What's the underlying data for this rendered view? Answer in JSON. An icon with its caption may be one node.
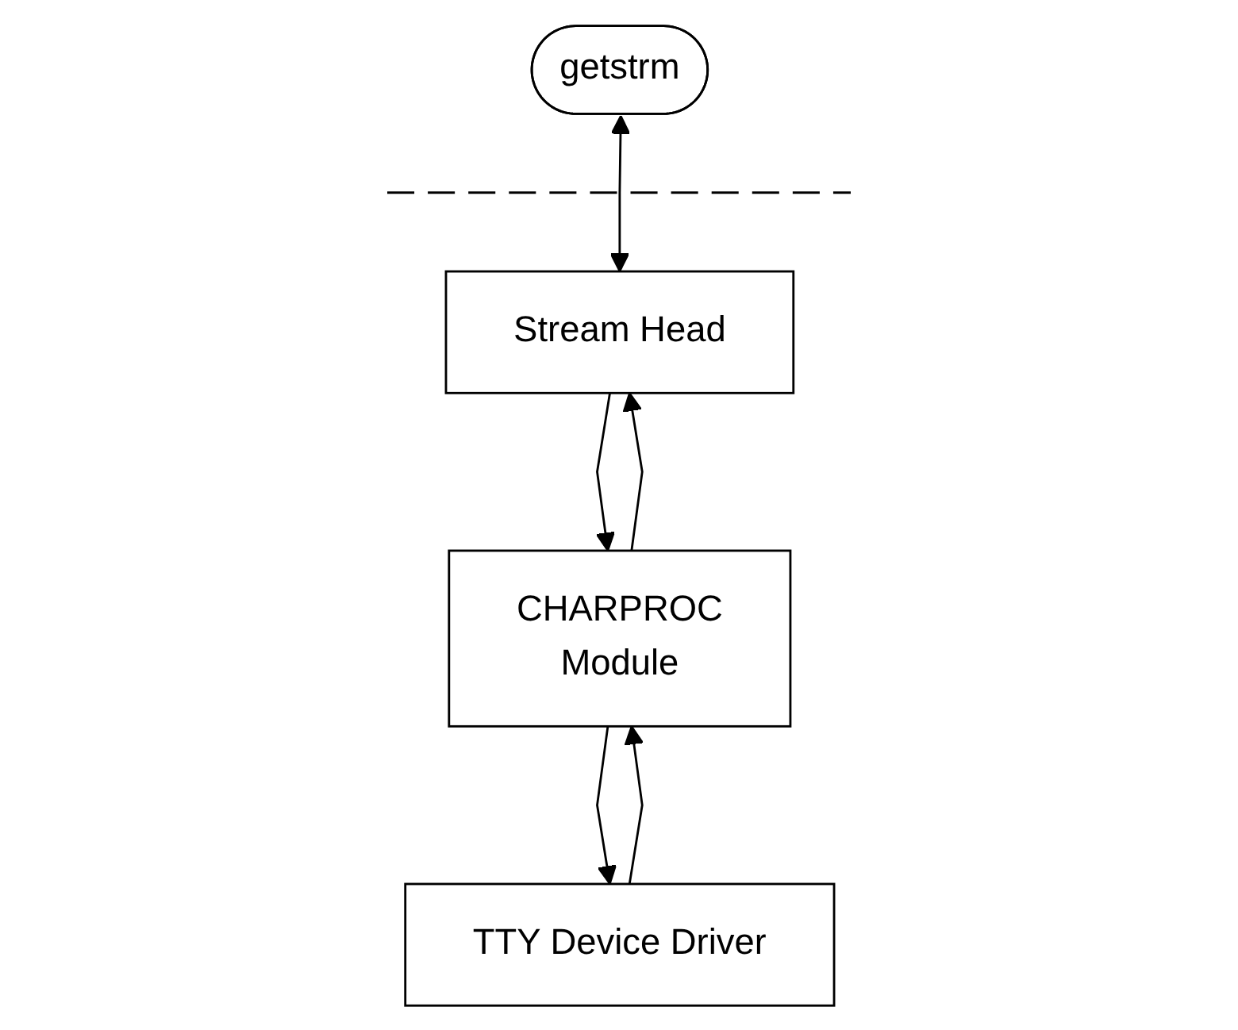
{
  "diagram": {
    "nodes": [
      {
        "text": [
          "getstrm"
        ]
      },
      {
        "text": [
          "Stream Head"
        ]
      },
      {
        "text": [
          "CHARPROC",
          "Module"
        ]
      },
      {
        "text": [
          "TTY Device Driver"
        ]
      }
    ],
    "edges": [
      {
        "from": 0,
        "to": 1,
        "arrow": "both"
      },
      {
        "from": 1,
        "to": 2,
        "arrow": "to"
      },
      {
        "from": 2,
        "to": 1,
        "arrow": "to"
      },
      {
        "from": 2,
        "to": 3,
        "arrow": "to"
      },
      {
        "from": 3,
        "to": 2,
        "arrow": "to"
      }
    ]
  }
}
